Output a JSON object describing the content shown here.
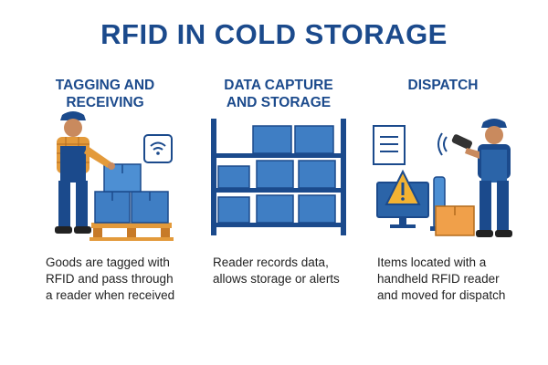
{
  "title": "RFID IN COLD STORAGE",
  "columns": [
    {
      "heading_line1": "TAGGING AND",
      "heading_line2": "RECEIVING",
      "desc_line1": "Goods are tagged with",
      "desc_line2": "RFID and pass through",
      "desc_line3": "a reader when received",
      "icons": [
        "worker-icon",
        "wifi-signal-icon",
        "stacked-boxes-icon",
        "pallet-icon"
      ]
    },
    {
      "heading_line1": "DATA CAPTURE",
      "heading_line2": "AND STORAGE",
      "desc_line1": "Reader records data,",
      "desc_line2": "allows storage or alerts",
      "desc_line3": "",
      "icons": [
        "storage-shelf-icon",
        "box-icon"
      ]
    },
    {
      "heading_line1": "DISPATCH",
      "heading_line2": "",
      "desc_line1": "Items located with a",
      "desc_line2": "handheld RFID reader",
      "desc_line3": "and moved for dispatch",
      "icons": [
        "document-icon",
        "handheld-reader-icon",
        "monitor-alert-icon",
        "warning-icon",
        "scanner-icon",
        "worker-icon",
        "box-icon"
      ]
    }
  ],
  "colors": {
    "primary": "#1b4a8c",
    "box_blue": "#3f7ec4",
    "orange_box": "#f0a04a",
    "warning_yellow": "#f2b233",
    "skin": "#c98a5e",
    "plaid": "#e39a3b"
  }
}
